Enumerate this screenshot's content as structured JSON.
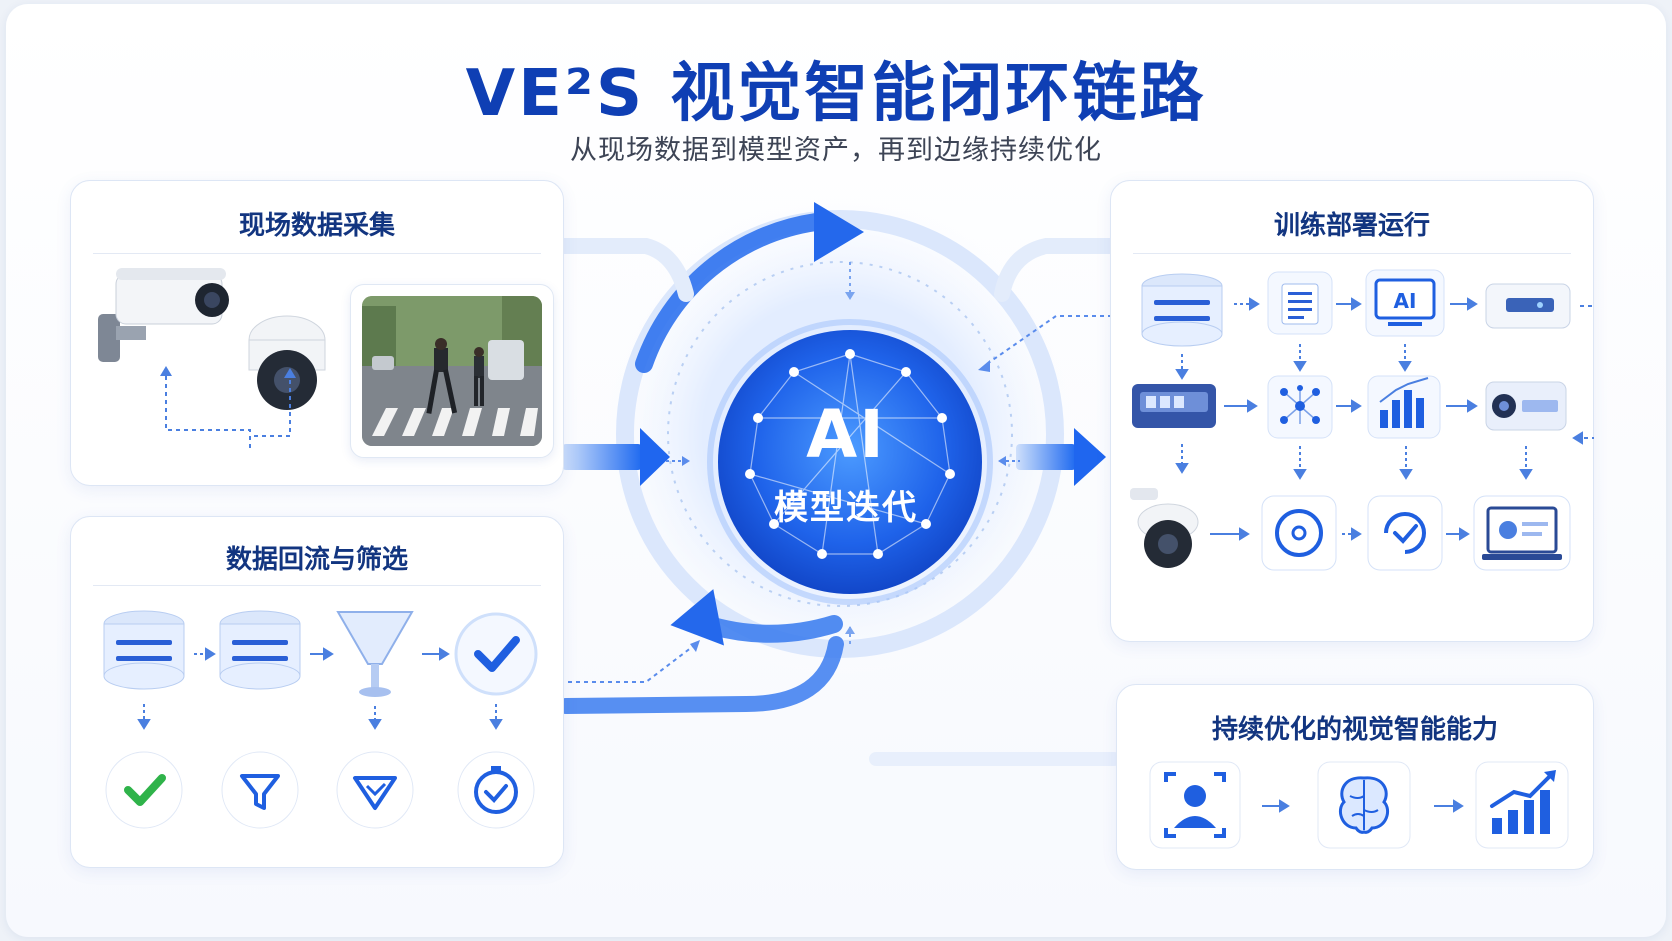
{
  "header": {
    "title": "VE²S 视觉智能闭环链路",
    "subtitle": "从现场数据到模型资产，再到边缘持续优化"
  },
  "core": {
    "line1": "AI",
    "line2": "模型迭代"
  },
  "panels": {
    "collection": {
      "title": "现场数据采集"
    },
    "filtering": {
      "title": "数据回流与筛选"
    },
    "training": {
      "title": "训练部署运行"
    },
    "optimization": {
      "title": "持续优化的视觉智能能力"
    }
  },
  "training_tiles": {
    "ai_label": "AI"
  },
  "colors": {
    "primary_blue": "#1f5fe0",
    "dark_blue": "#0f3fb4",
    "light_blue": "#9fc0f5",
    "check_green": "#2fb34a"
  },
  "icons": {
    "collection": [
      "bullet-camera-icon",
      "dome-camera-icon",
      "street-crosswalk-photo"
    ],
    "filtering_row1": [
      "database-icon",
      "database-icon",
      "funnel-icon",
      "checkmark-icon"
    ],
    "filtering_row2": [
      "check-green-icon",
      "filter-icon",
      "shield-filter-icon",
      "timer-check-icon"
    ],
    "training_row1": [
      "database-icon",
      "document-icon",
      "ai-monitor-icon",
      "edge-device-icon"
    ],
    "training_row2": [
      "server-icon",
      "network-graph-icon",
      "bar-chart-icon",
      "projector-camera-icon"
    ],
    "training_row3": [
      "ptz-camera-icon",
      "target-cycle-icon",
      "sync-check-icon",
      "laptop-dashboard-icon"
    ],
    "optimization": [
      "face-scan-icon",
      "brain-icon",
      "growth-chart-icon"
    ]
  }
}
